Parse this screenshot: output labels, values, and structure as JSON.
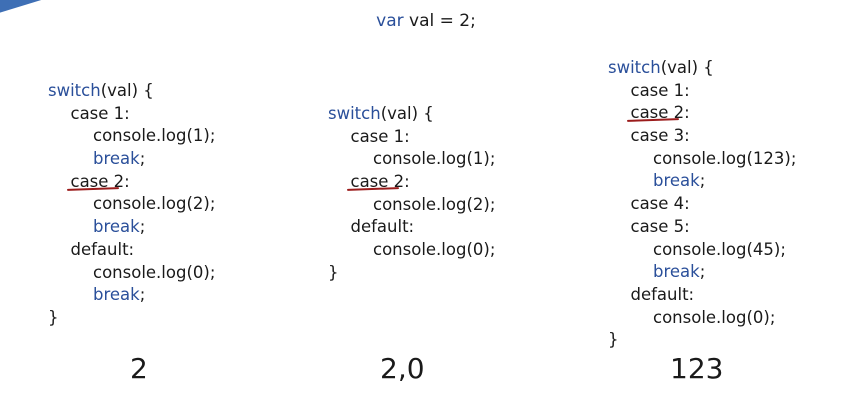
{
  "title": {
    "keyword": "var",
    "rest": " val = 2;"
  },
  "colors": {
    "keyword": "#2a4f9a",
    "banner": "#3e6fb5",
    "underline": "#9b1c1c"
  },
  "examples": [
    {
      "lines": [
        {
          "indent": 0,
          "parts": [
            {
              "t": "switch",
              "kw": true
            },
            {
              "t": "(val) {"
            }
          ]
        },
        {
          "indent": 1,
          "parts": [
            {
              "t": "case 1:"
            }
          ]
        },
        {
          "indent": 2,
          "parts": [
            {
              "t": "console.log(1);"
            }
          ]
        },
        {
          "indent": 2,
          "parts": [
            {
              "t": "break",
              "kw": true
            },
            {
              "t": ";"
            }
          ]
        },
        {
          "indent": 1,
          "parts": [
            {
              "t": "case 2:"
            }
          ],
          "underlined": true
        },
        {
          "indent": 2,
          "parts": [
            {
              "t": "console.log(2);"
            }
          ]
        },
        {
          "indent": 2,
          "parts": [
            {
              "t": "break",
              "kw": true
            },
            {
              "t": ";"
            }
          ]
        },
        {
          "indent": 1,
          "parts": [
            {
              "t": "default:"
            }
          ]
        },
        {
          "indent": 2,
          "parts": [
            {
              "t": "console.log(0);"
            }
          ]
        },
        {
          "indent": 2,
          "parts": [
            {
              "t": "break",
              "kw": true
            },
            {
              "t": ";"
            }
          ]
        },
        {
          "indent": 0,
          "parts": [
            {
              "t": "}"
            }
          ]
        }
      ],
      "result": "2"
    },
    {
      "lines": [
        {
          "indent": 0,
          "parts": [
            {
              "t": "switch",
              "kw": true
            },
            {
              "t": "(val) {"
            }
          ]
        },
        {
          "indent": 1,
          "parts": [
            {
              "t": "case 1:"
            }
          ]
        },
        {
          "indent": 2,
          "parts": [
            {
              "t": "console.log(1);"
            }
          ]
        },
        {
          "indent": 1,
          "parts": [
            {
              "t": "case 2:"
            }
          ],
          "underlined": true
        },
        {
          "indent": 2,
          "parts": [
            {
              "t": "console.log(2);"
            }
          ]
        },
        {
          "indent": 1,
          "parts": [
            {
              "t": "default:"
            }
          ]
        },
        {
          "indent": 2,
          "parts": [
            {
              "t": "console.log(0);"
            }
          ]
        },
        {
          "indent": 0,
          "parts": [
            {
              "t": "}"
            }
          ]
        }
      ],
      "result": "2,0"
    },
    {
      "lines": [
        {
          "indent": 0,
          "parts": [
            {
              "t": "switch",
              "kw": true
            },
            {
              "t": "(val) {"
            }
          ]
        },
        {
          "indent": 1,
          "parts": [
            {
              "t": "case 1:"
            }
          ]
        },
        {
          "indent": 1,
          "parts": [
            {
              "t": "case 2:"
            }
          ],
          "underlined": true
        },
        {
          "indent": 1,
          "parts": [
            {
              "t": "case 3:"
            }
          ]
        },
        {
          "indent": 2,
          "parts": [
            {
              "t": "console.log(123);"
            }
          ]
        },
        {
          "indent": 2,
          "parts": [
            {
              "t": "break",
              "kw": true
            },
            {
              "t": ";"
            }
          ]
        },
        {
          "indent": 1,
          "parts": [
            {
              "t": "case 4:"
            }
          ]
        },
        {
          "indent": 1,
          "parts": [
            {
              "t": "case 5:"
            }
          ]
        },
        {
          "indent": 2,
          "parts": [
            {
              "t": "console.log(45);"
            }
          ]
        },
        {
          "indent": 2,
          "parts": [
            {
              "t": "break",
              "kw": true
            },
            {
              "t": ";"
            }
          ]
        },
        {
          "indent": 1,
          "parts": [
            {
              "t": "default:"
            }
          ]
        },
        {
          "indent": 2,
          "parts": [
            {
              "t": "console.log(0);"
            }
          ]
        },
        {
          "indent": 0,
          "parts": [
            {
              "t": "}"
            }
          ]
        }
      ],
      "result": "123"
    }
  ]
}
